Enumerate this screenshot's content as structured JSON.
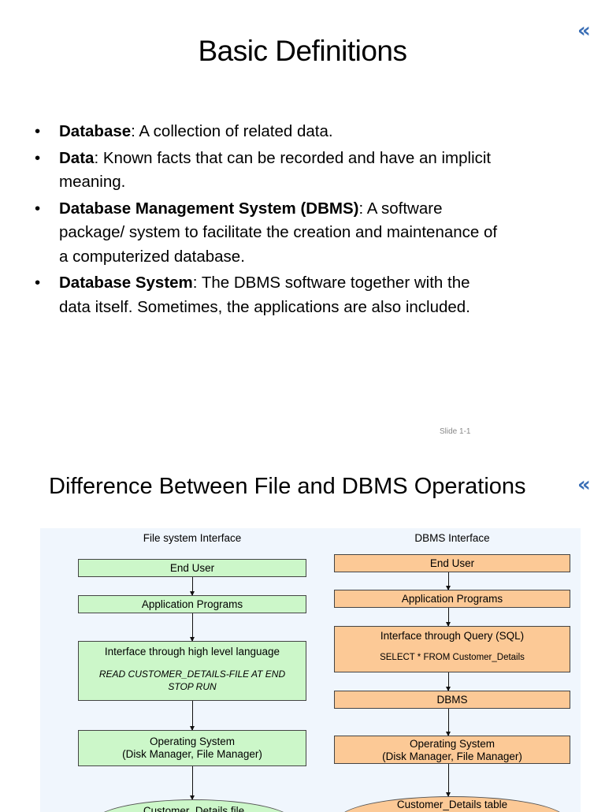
{
  "slide1": {
    "title": "Basic Definitions",
    "nav_icon": "«",
    "bullets": [
      {
        "term": "Database",
        "text": ": A collection of related data."
      },
      {
        "term": "Data",
        "text": ": Known facts that can be recorded and have an implicit meaning."
      },
      {
        "term": "Database Management System (DBMS)",
        "text": ": A software package/ system to facilitate the creation and maintenance of a computerized database."
      },
      {
        "term": "Database System",
        "text": ": The DBMS software together with the data itself.  Sometimes, the applications are also included."
      }
    ],
    "bullet_char": "•",
    "slide_number": "Slide 1-1"
  },
  "slide2": {
    "title": "Difference Between File and DBMS Operations",
    "nav_icon": "«",
    "diagram": {
      "file_system": {
        "title": "File system Interface",
        "end_user": "End User",
        "app_programs": "Application Programs",
        "interface_title": "Interface through high level language",
        "interface_code_1": "READ CUSTOMER_DETAILS-FILE AT END",
        "interface_code_2": "STOP RUN",
        "os_line1": "Operating System",
        "os_line2": "(Disk Manager, File Manager)",
        "storage": "Customer_Details file"
      },
      "dbms": {
        "title": "DBMS Interface",
        "end_user": "End User",
        "app_programs": "Application Programs",
        "interface_title": "Interface through Query (SQL)",
        "interface_code": "SELECT * FROM Customer_Details",
        "dbms": "DBMS",
        "os_line1": "Operating System",
        "os_line2": "(Disk Manager, File Manager)",
        "storage": "Customer_Details table"
      },
      "colors": {
        "file_box": "#ccf7c9",
        "dbms_box": "#fcc996",
        "background": "#f0f6fd",
        "nav_icon": "#3b6fb6"
      }
    }
  }
}
